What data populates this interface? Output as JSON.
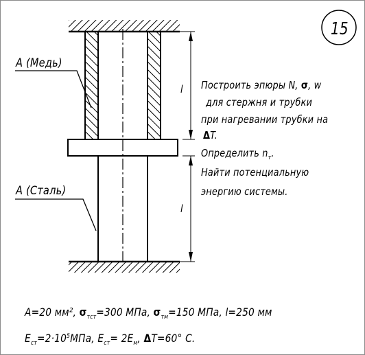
{
  "problem_number": "15",
  "labels": {
    "copper": "A (Медь)",
    "steel": "A (Сталь)",
    "length_top": "l",
    "length_bottom": "l"
  },
  "task": {
    "line1_pre": "Построить эпюры N, ",
    "line1_sigma": "σ",
    "line1_post": ", w",
    "line2": "для стержня и трубки",
    "line3": "при нагревании трубки на",
    "line4_delta": "Δ",
    "line4_post": "T.",
    "line5_pre": "Определить n",
    "line5_sub": "т",
    "line5_post": ".",
    "line6": "Найти потенциальную",
    "line7": "энергию системы."
  },
  "given": {
    "row1": {
      "area": "A=20 мм², ",
      "sigma_a": "σ",
      "sub_a": "тст",
      "val_a": "=300 МПа, ",
      "sigma_b": "σ",
      "sub_b": "тм",
      "val_b": "=150 МПа, l=250 мм"
    },
    "row2": {
      "e1": "E",
      "e1_sub": "ст",
      "e1_val": "=2·10",
      "e1_exp": "5",
      "e1_unit": "МПа, ",
      "e2": "E",
      "e2_sub": "ст",
      "e2_val": "= 2E",
      "e2_sub2": "м",
      "sep": ", ",
      "delta": "Δ",
      "dt": "T=60° C."
    }
  }
}
